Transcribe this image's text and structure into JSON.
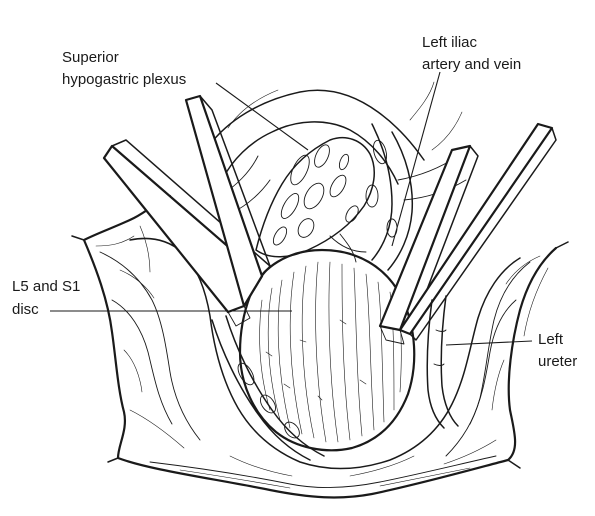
{
  "labels": {
    "superior_plexus_line1": "Superior",
    "superior_plexus_line2": "hypogastric plexus",
    "iliac_line1": "Left iliac",
    "iliac_line2": "artery and vein",
    "disc_line1": "L5 and S1",
    "disc_line2": "disc",
    "ureter_line1": "Left",
    "ureter_line2": "ureter"
  },
  "colors": {
    "ink": "#1a1a1a",
    "background": "#ffffff"
  }
}
